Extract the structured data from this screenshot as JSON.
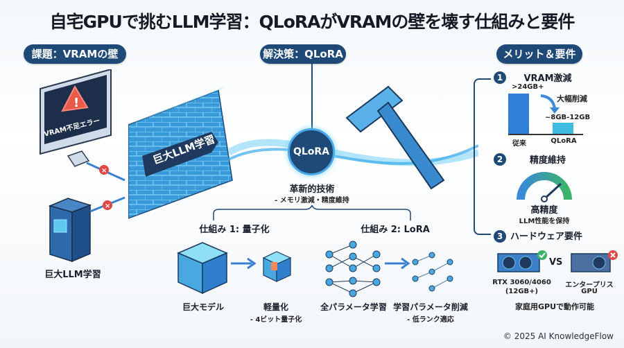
{
  "title": "自宅GPUで挑むLLM学習：QLoRAがVRAMの壁を壊す仕組みと要件",
  "sections": {
    "problem": {
      "label": "課題：VRAMの壁",
      "monitor_error": "VRAM不足エラー",
      "wall_label": "巨大LLM学習",
      "server_label": "巨大LLM学習"
    },
    "solution": {
      "label": "解決策：QLoRA",
      "badge": "QLoRA",
      "caption": "革新的技術",
      "caption_sub": "- メモリ激減・精度維持",
      "mechanism1": {
        "title": "仕組み 1: 量子化",
        "from_label": "巨大モデル",
        "to_label": "軽量化",
        "to_sub": "- 4ビット量子化"
      },
      "mechanism2": {
        "title": "仕組み 2: LoRA",
        "from_label": "全パラメータ学習",
        "to_label": "学習パラメータ削減",
        "to_sub": "- 低ランク適応"
      }
    },
    "merits": {
      "label": "メリット＆要件",
      "items": [
        {
          "num": "1",
          "title": "VRAM激減"
        },
        {
          "num": "2",
          "title": "精度維持",
          "gauge_label": "高精度",
          "gauge_sub": "LLM性能を保持"
        },
        {
          "num": "3",
          "title": "ハードウェア要件"
        }
      ],
      "hardware": {
        "ok_gpu": "RTX 3060/4060",
        "ok_gpu_sub": "(12GB+)",
        "vs": "VS",
        "ng_gpu": "エンタープリス",
        "ng_gpu_sub": "GPU",
        "note": "家庭用GPUで動作可能"
      }
    }
  },
  "chart_data": {
    "type": "bar",
    "title": "VRAM激減",
    "categories": [
      "従来",
      "QLoRA"
    ],
    "values": [
      24,
      10
    ],
    "data_labels": [
      ">24GB+",
      "~8GB-12GB"
    ],
    "annotation": "大幅削減",
    "xlabel": "",
    "ylabel": "",
    "colors": [
      "#2f7fd8",
      "#3fbde0"
    ]
  },
  "colors": {
    "accent_navy": "#1f4a78",
    "wall_blue": "#3a9ad9",
    "error_red": "#e04848",
    "ok_green": "#3cb36a"
  },
  "footer": "© 2025 AI KnowledgeFlow"
}
